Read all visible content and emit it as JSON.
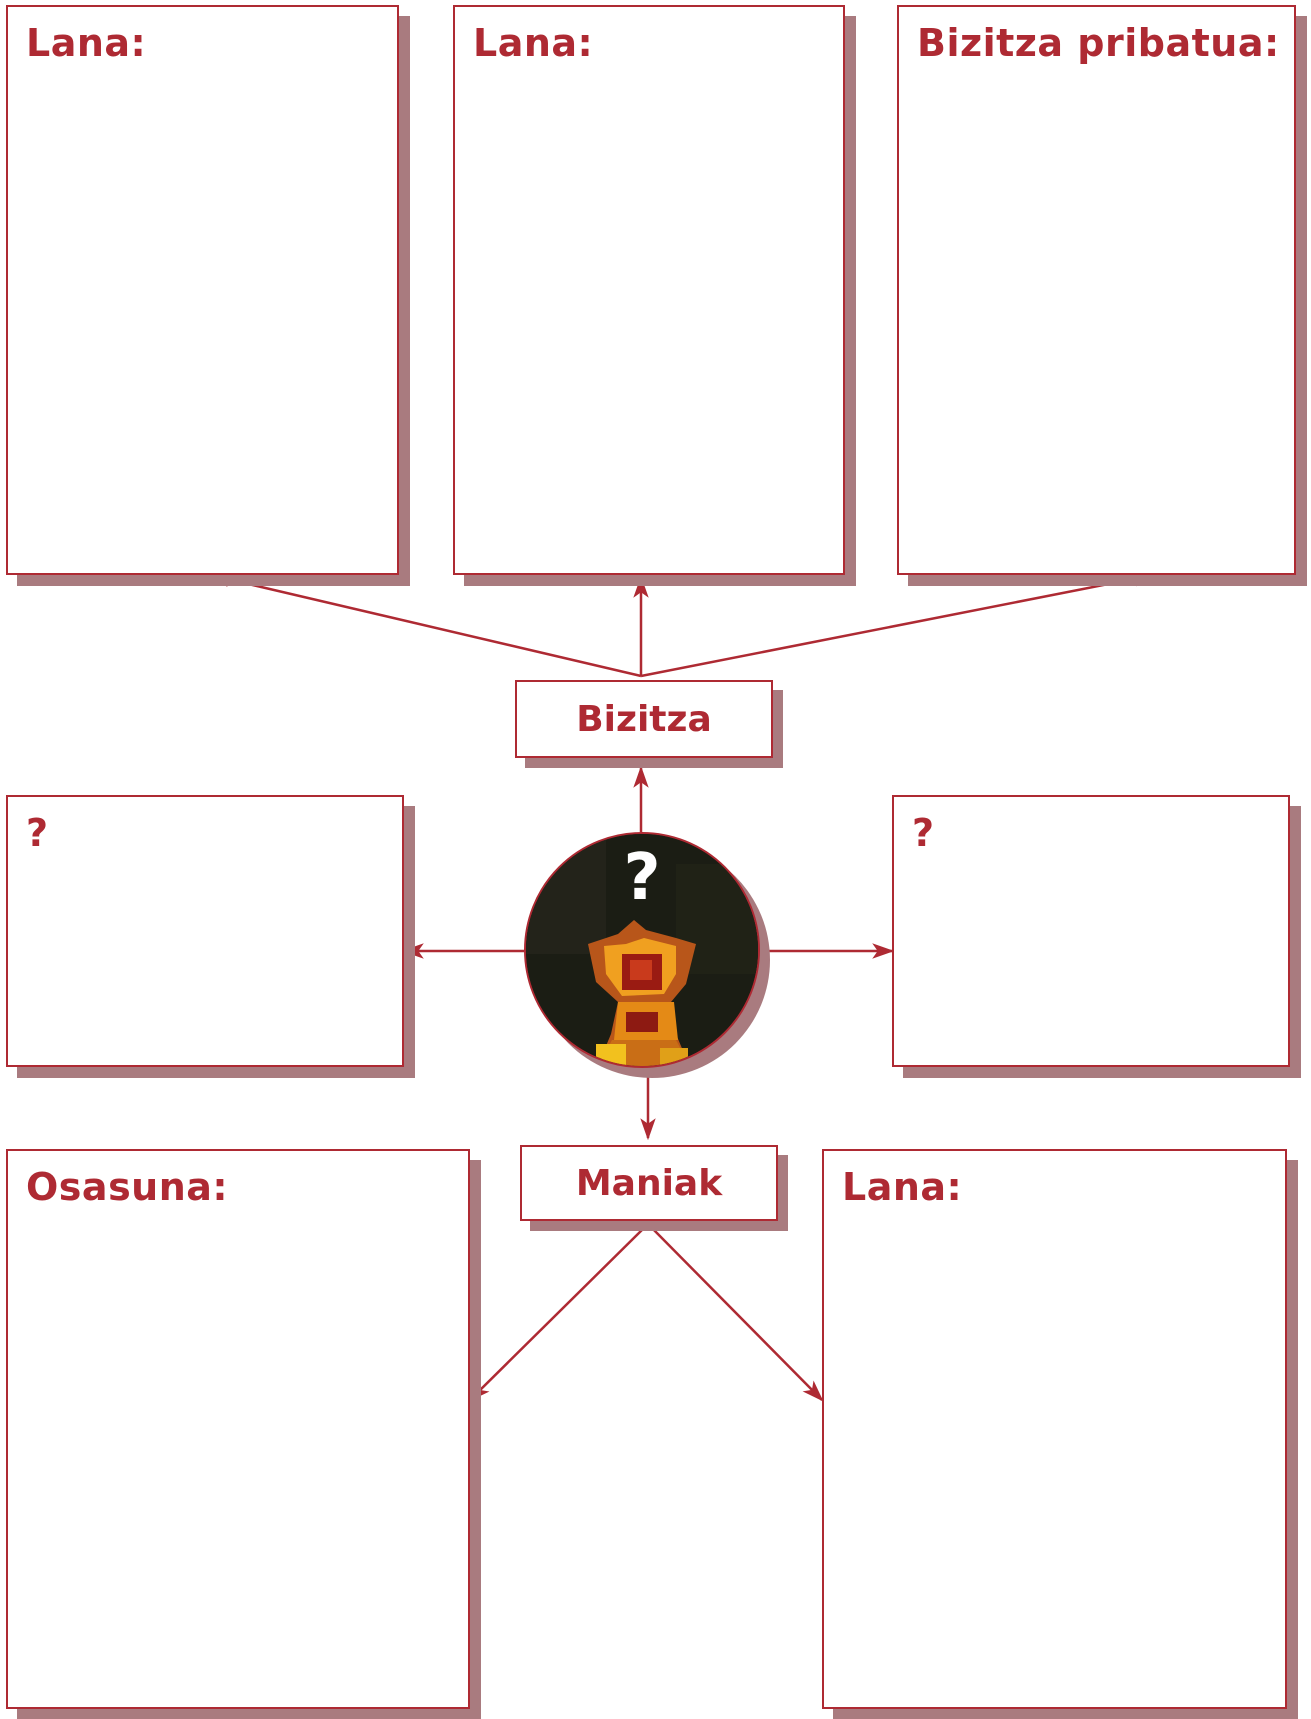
{
  "top_boxes": [
    {
      "label": "Lana:"
    },
    {
      "label": "Lana:"
    },
    {
      "label": "Bizitza pribatua:"
    }
  ],
  "middle_boxes": [
    {
      "label": "?"
    },
    {
      "label": "?"
    }
  ],
  "bottom_boxes": [
    {
      "label": "Osasuna:"
    },
    {
      "label": "Lana:"
    }
  ],
  "center_nodes": {
    "bizitza": "Bizitza",
    "maniak": "Maniak"
  },
  "portrait": {
    "symbol": "?",
    "icon": "portrait-image"
  },
  "colors": {
    "accent": "#ae2a33",
    "shadow": "#a97b7f"
  }
}
